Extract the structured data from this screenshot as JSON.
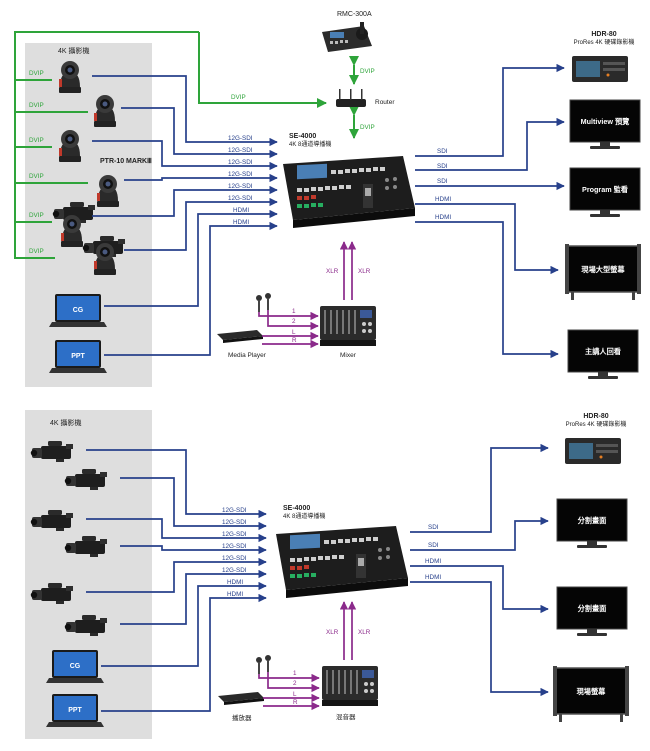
{
  "top": {
    "group_label": "4K 攝影機",
    "ptr_label": "PTR-10 MARKⅢ",
    "rmc_label": "RMC-300A",
    "router_label": "Router",
    "switcher_title": "SE-4000",
    "switcher_subtitle": "4K 8通道導播機",
    "hdr_title": "HDR-80",
    "hdr_subtitle": "ProRes 4K 硬碟錄影機",
    "dvip_labels": [
      "DVIP",
      "DVIP",
      "DVIP",
      "DVIP",
      "DVIP",
      "DVIP"
    ],
    "dvip_router_label": "DVIP",
    "dvip_rmc_label": "DVIP",
    "dvip_switcher_label": "DVIP",
    "input_labels": [
      "12G-SDI",
      "12G-SDI",
      "12G-SDI",
      "12G-SDI",
      "12G-SDI",
      "12G-SDI",
      "HDMI",
      "HDMI"
    ],
    "output_labels": [
      "SDI",
      "SDI",
      "SDI",
      "HDMI",
      "HDMI"
    ],
    "monitor_labels": [
      "Multiview 預覽",
      "Program 監看",
      "現場大型螢幕",
      "主講人回看"
    ],
    "cg_label": "CG",
    "ppt_label": "PPT",
    "media_player_label": "Media Player",
    "mixer_label": "Mixer",
    "xlr_labels": [
      "XLR",
      "XLR"
    ],
    "audio_labels": [
      "1",
      "2",
      "L",
      "R"
    ]
  },
  "bottom": {
    "group_label": "4K 攝影機",
    "switcher_title": "SE-4000",
    "switcher_subtitle": "4K 8通道導播機",
    "hdr_title": "HDR-80",
    "hdr_subtitle": "ProRes 4K 硬碟錄影機",
    "input_labels": [
      "12G-SDI",
      "12G-SDI",
      "12G-SDI",
      "12G-SDI",
      "12G-SDI",
      "12G-SDI",
      "HDMI",
      "HDMI"
    ],
    "output_labels": [
      "SDI",
      "SDI",
      "HDMI",
      "HDMI"
    ],
    "monitor_labels": [
      "分割畫面",
      "分割畫面",
      "現場螢幕"
    ],
    "cg_label": "CG",
    "ppt_label": "PPT",
    "media_player_label": "播放器",
    "mixer_label": "混音器",
    "xlr_labels": [
      "XLR",
      "XLR"
    ],
    "audio_labels": [
      "1",
      "2",
      "L",
      "R"
    ]
  },
  "colors": {
    "sdi": "#27408b",
    "dvip": "#2ea43a",
    "audio": "#8b2a8b",
    "panel": "#dedede",
    "screen": "#000000"
  }
}
